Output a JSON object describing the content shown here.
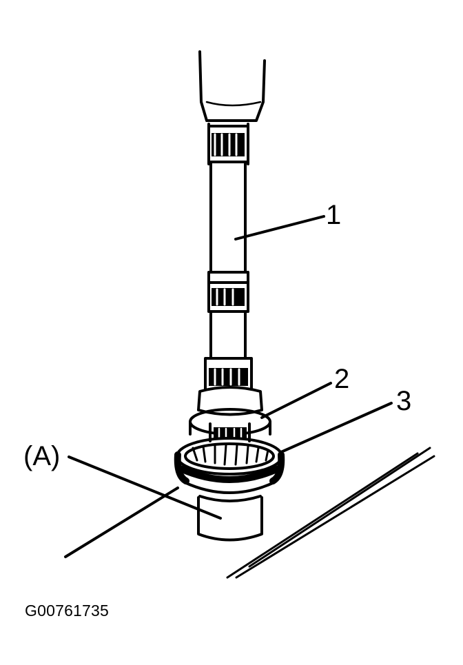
{
  "callouts": {
    "one": "1",
    "two": "2",
    "three": "3",
    "a": "(A)"
  },
  "figure_id": "G00761735",
  "colors": {
    "ink": "#000000",
    "paper": "#ffffff"
  }
}
